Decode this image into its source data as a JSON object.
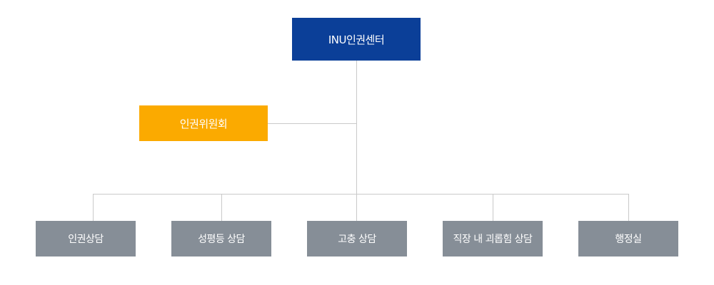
{
  "org_chart": {
    "root": {
      "label": "INU인권센터"
    },
    "committee": {
      "label": "인권위원회"
    },
    "departments": [
      {
        "label": "인권상담"
      },
      {
        "label": "성평등 상담"
      },
      {
        "label": "고충 상담"
      },
      {
        "label": "직장 내 괴롭힘 상담"
      },
      {
        "label": "행정실"
      }
    ]
  },
  "colors": {
    "root_fill": "#0b3f98",
    "committee_fill": "#fbaa00",
    "department_fill": "#868e97",
    "connector": "#c9c9c9",
    "text": "#ffffff"
  }
}
